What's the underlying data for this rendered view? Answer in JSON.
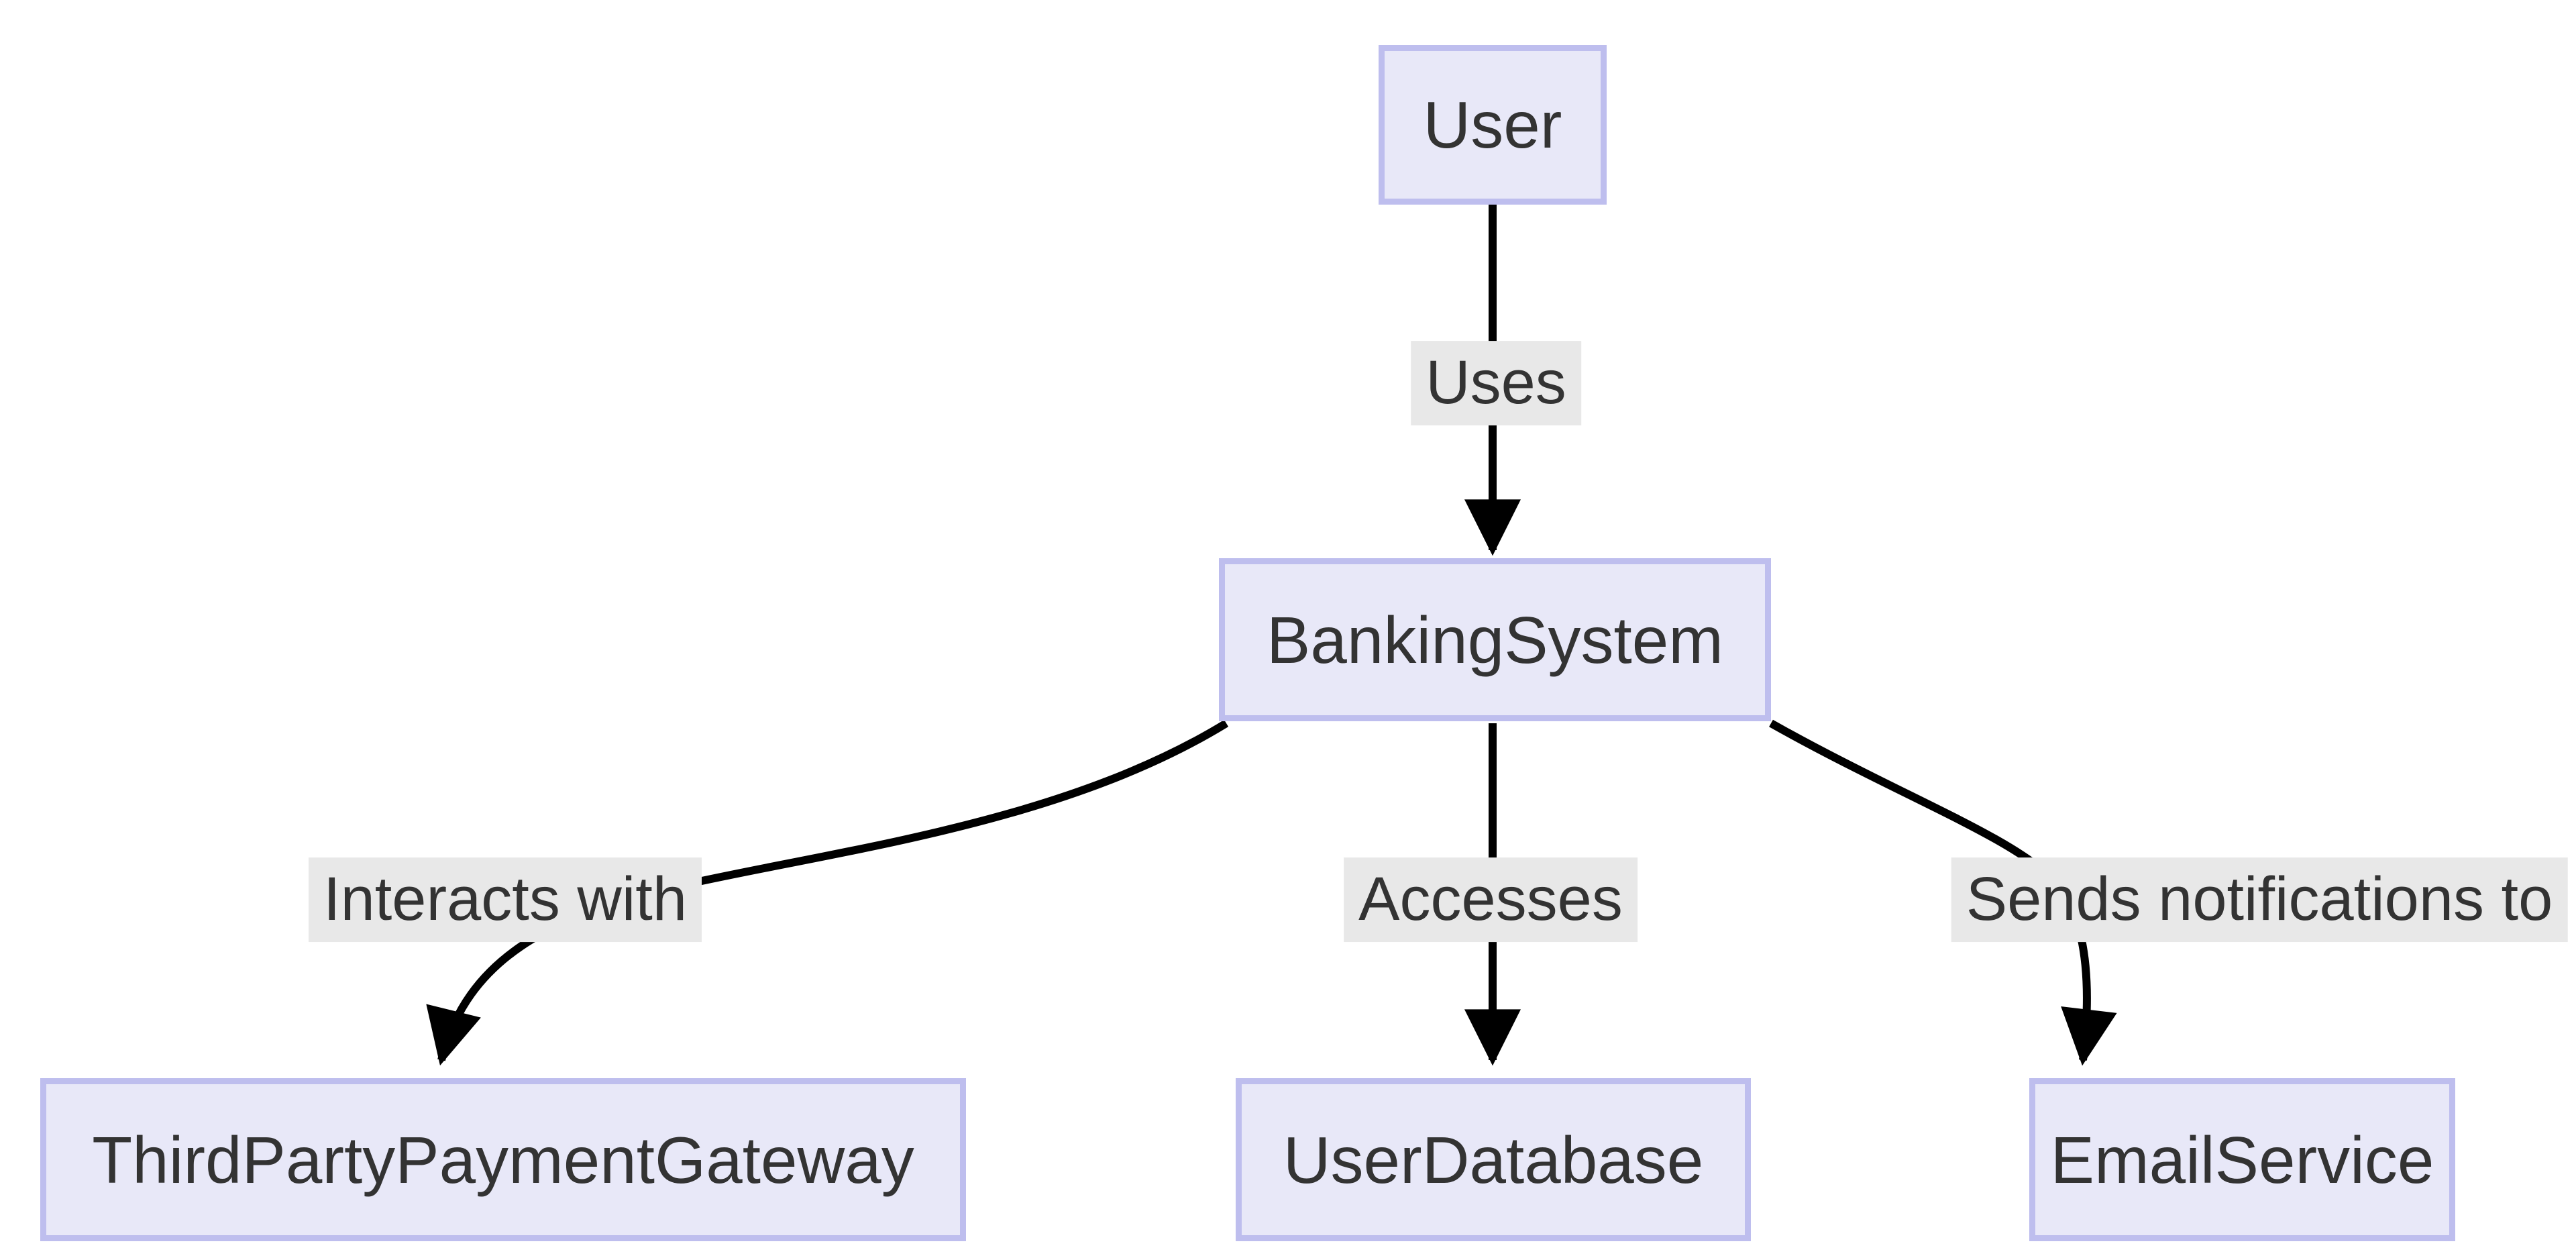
{
  "diagram": {
    "type": "flowchart",
    "direction": "top-down",
    "nodes": [
      {
        "id": "user",
        "label": "User"
      },
      {
        "id": "bankingSystem",
        "label": "BankingSystem"
      },
      {
        "id": "thirdPartyPaymentGateway",
        "label": "ThirdPartyPaymentGateway"
      },
      {
        "id": "userDatabase",
        "label": "UserDatabase"
      },
      {
        "id": "emailService",
        "label": "EmailService"
      }
    ],
    "edges": [
      {
        "from": "user",
        "to": "bankingSystem",
        "label": "Uses"
      },
      {
        "from": "bankingSystem",
        "to": "thirdPartyPaymentGateway",
        "label": "Interacts with"
      },
      {
        "from": "bankingSystem",
        "to": "userDatabase",
        "label": "Accesses"
      },
      {
        "from": "bankingSystem",
        "to": "emailService",
        "label": "Sends notifications to"
      }
    ],
    "colors": {
      "background": "#ffffff",
      "node_fill": "#e8e8f8",
      "node_border": "#bebeee",
      "node_text": "#333333",
      "edge_stroke": "#000000",
      "edge_label_bg": "#e8e8e8",
      "edge_label_text": "#333333"
    }
  }
}
